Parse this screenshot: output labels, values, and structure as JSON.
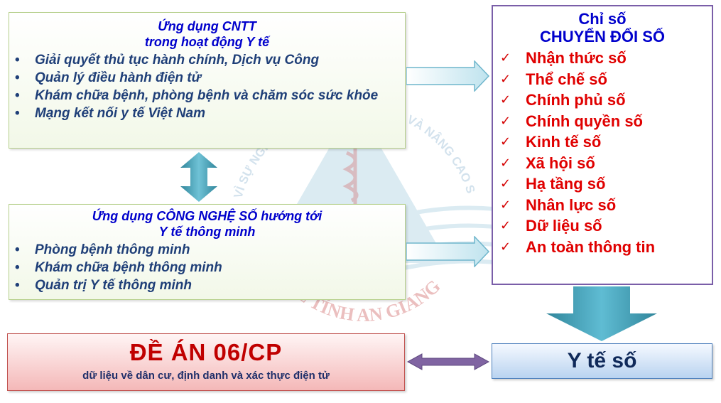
{
  "cntt": {
    "title_line1": "Ứng dụng CNTT",
    "title_line2": "trong hoạt động Y tế",
    "items": [
      "Giải quyết thủ tục hành chính, Dịch vụ Công",
      "Quản lý điều hành điện tử",
      "Khám chữa bệnh, phòng bệnh và chăm sóc sức khỏe",
      "Mạng kết nối y tế Việt Nam"
    ]
  },
  "cnso": {
    "title_line1": "Ứng dụng CÔNG NGHỆ SỐ hướng tới",
    "title_line2": "Y tế thông minh",
    "items": [
      "Phòng bệnh thông minh",
      "Khám chữa bệnh thông minh",
      "Quản trị Y tế thông minh"
    ]
  },
  "chiso": {
    "title_line1": "Chỉ số",
    "title_line2": "CHUYỂN ĐỔI SỐ",
    "check_glyph": "✓",
    "items": [
      "Nhận thức số",
      "Thể chế số",
      "Chính phủ số",
      "Chính quyền số",
      "Kinh tế số",
      "Xã hội số",
      "Hạ tầng số",
      "Nhân lực số",
      "Dữ liệu số",
      "An toàn thông tin"
    ]
  },
  "dean": {
    "title": "ĐỀ ÁN 06/CP",
    "subtitle": "dữ liệu về dân cư, định danh và xác thực điện tử"
  },
  "yteso": {
    "label": "Y tế số"
  },
  "watermark": {
    "arc_text": "VÌ SỰ NGHIỆP BẢO VỆ, CHĂM SÓC VÀ NÂNG CAO SỨC KHỎE NHÂN DÂN",
    "org_text": "SỞ Y TẾ TỈNH AN GIANG"
  },
  "colors": {
    "title_blue": "#0000cc",
    "list_navy": "#1f3f78",
    "index_red": "#e00000",
    "dean_red": "#c00000",
    "arrow_blue": "#4bacc6",
    "arrow_purple": "#7a5ea8"
  }
}
